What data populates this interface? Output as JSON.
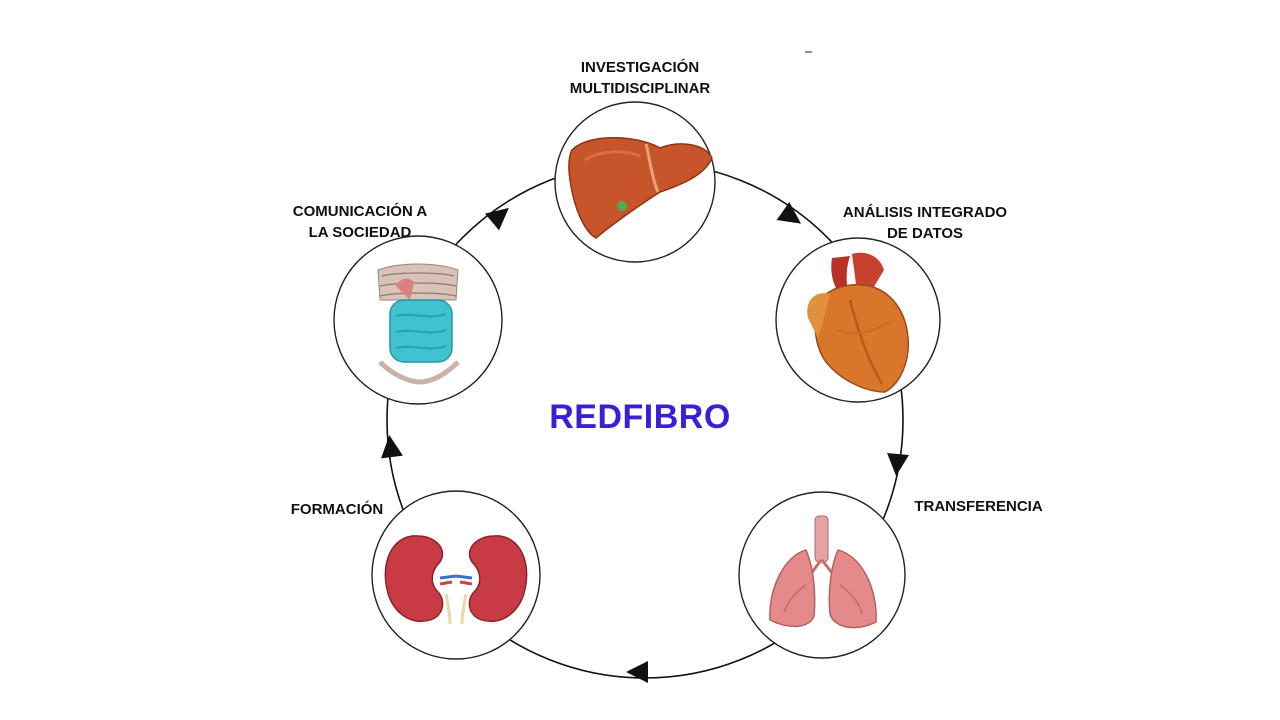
{
  "diagram": {
    "title": "REDFIBRO",
    "colors": {
      "title": "#3a1fd8",
      "cycle_line": "#111111",
      "liver": "#c8552a",
      "heart": "#d9762a",
      "lungs": "#e48a8a",
      "kidneys": "#c83a44",
      "intestine": "#3fc3d0"
    },
    "stages": [
      {
        "id": "investigacion",
        "lines": [
          "INVESTIGACIÓN",
          "MULTIDISCIPLINAR"
        ],
        "icon": "liver-icon"
      },
      {
        "id": "analisis",
        "lines": [
          "ANÁLISIS INTEGRADO",
          "DE DATOS"
        ],
        "icon": "heart-icon"
      },
      {
        "id": "transferencia",
        "lines": [
          "TRANSFERENCIA"
        ],
        "icon": "lungs-icon"
      },
      {
        "id": "formacion",
        "lines": [
          "FORMACIÓN"
        ],
        "icon": "kidneys-icon"
      },
      {
        "id": "comunicacion",
        "lines": [
          "COMUNICACIÓN A",
          "LA SOCIEDAD"
        ],
        "icon": "torso-intestine-icon"
      }
    ]
  }
}
